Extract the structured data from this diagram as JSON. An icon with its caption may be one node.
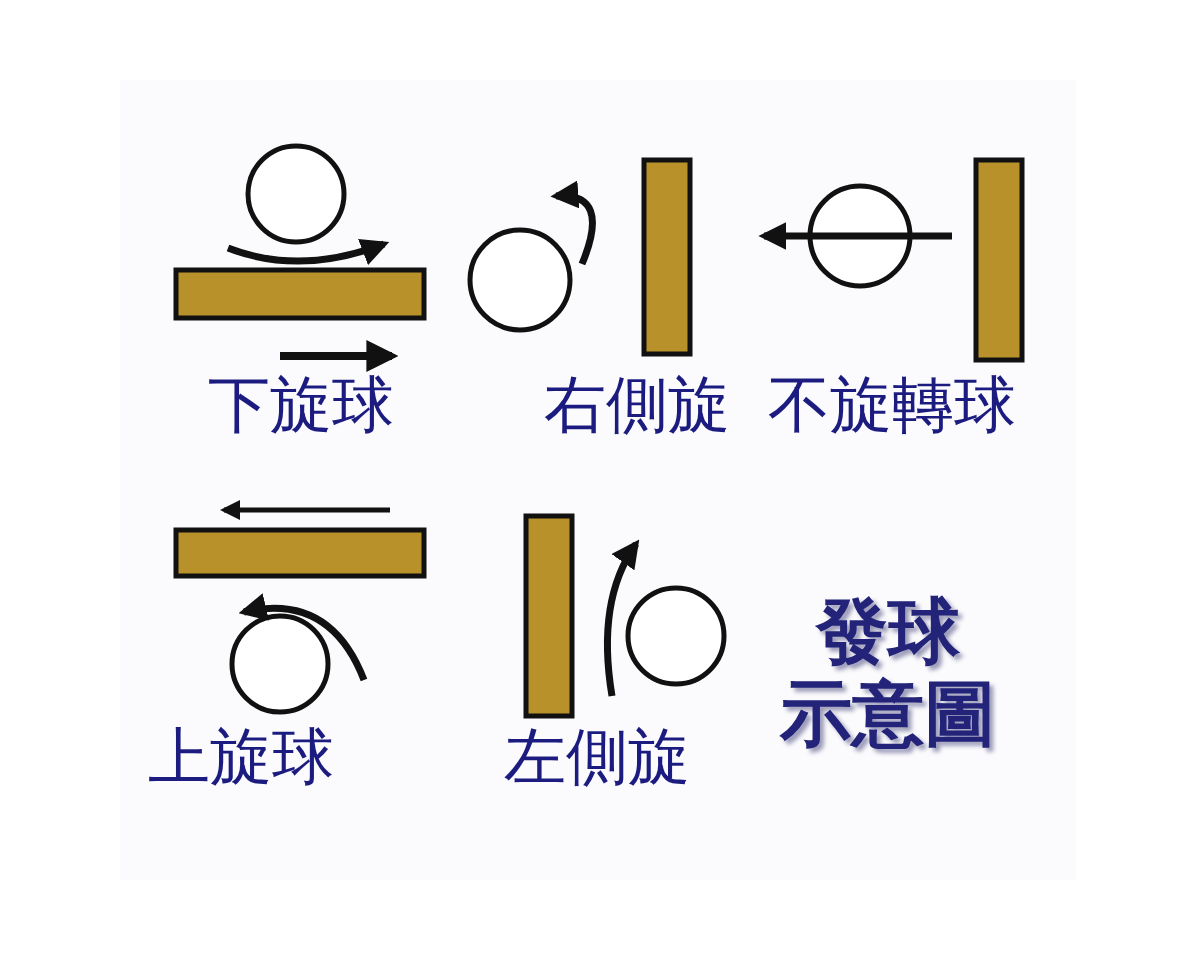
{
  "diagram": {
    "title": "發球示意圖",
    "labels": [
      "下旋球",
      "右側旋",
      "不旋轉球",
      "上旋球",
      "左側旋"
    ]
  }
}
